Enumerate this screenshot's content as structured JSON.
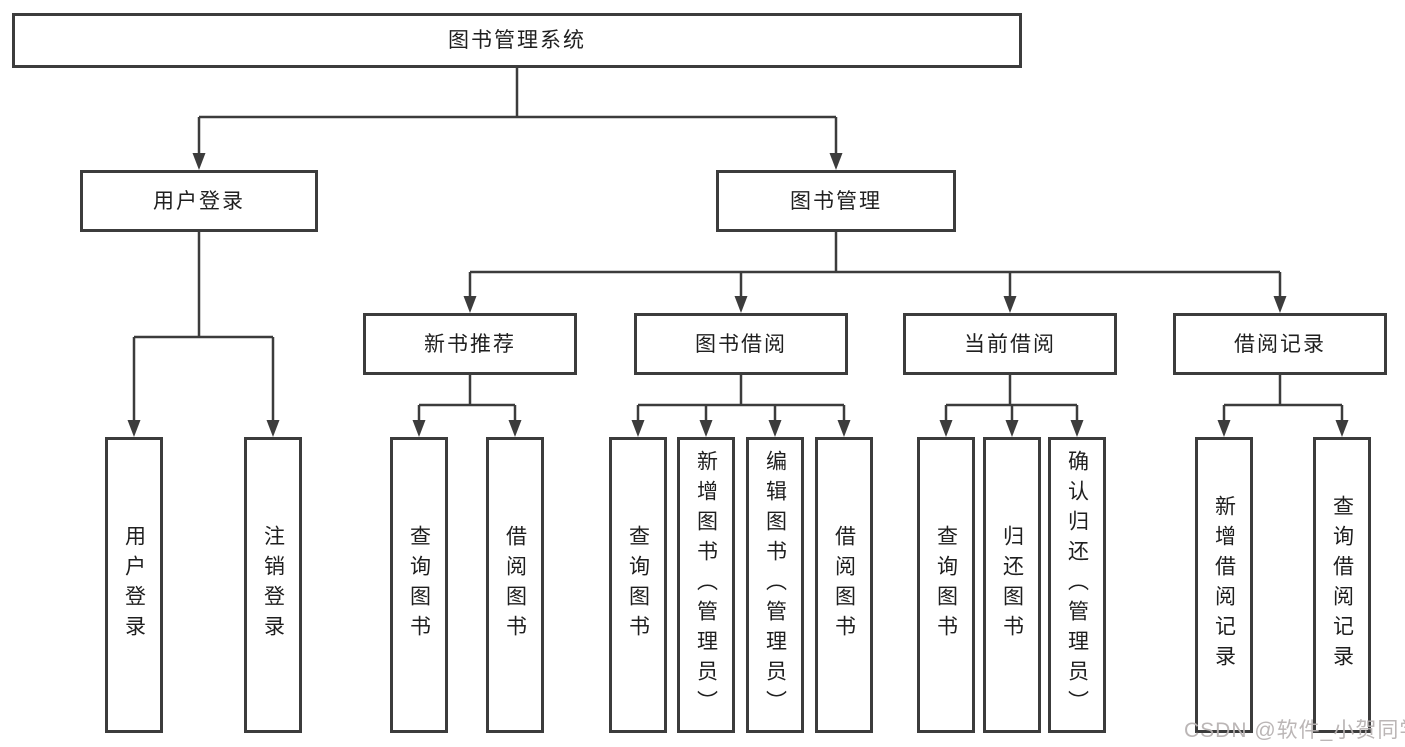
{
  "diagram": {
    "root": {
      "label": "图书管理系统"
    },
    "user_login": {
      "label": "用户登录",
      "children": [
        {
          "label": "用户登录"
        },
        {
          "label": "注销登录"
        }
      ]
    },
    "book_mgmt": {
      "label": "图书管理",
      "sections": [
        {
          "label": "新书推荐",
          "children": [
            {
              "label": "查询图书"
            },
            {
              "label": "借阅图书"
            }
          ]
        },
        {
          "label": "图书借阅",
          "children": [
            {
              "label": "查询图书"
            },
            {
              "label": "新增图书（管理员）"
            },
            {
              "label": "编辑图书（管理员）"
            },
            {
              "label": "借阅图书"
            }
          ]
        },
        {
          "label": "当前借阅",
          "children": [
            {
              "label": "查询图书"
            },
            {
              "label": "归还图书"
            },
            {
              "label": "确认归还（管理员）"
            }
          ]
        },
        {
          "label": "借阅记录",
          "children": [
            {
              "label": "新增借阅记录"
            },
            {
              "label": "查询借阅记录"
            }
          ]
        }
      ]
    },
    "watermark": "CSDN @软件_小贺同学",
    "colors": {
      "line": "#3c3c3c",
      "box_border": "#3c3c3c",
      "box_fill": "#ffffff",
      "watermark": "#b8b3b3",
      "background": "#ffffff"
    }
  }
}
